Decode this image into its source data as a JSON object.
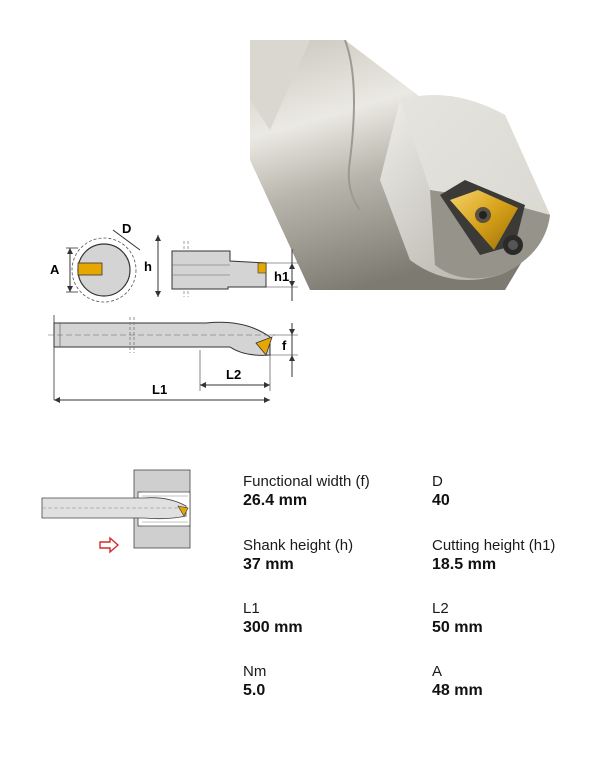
{
  "diagram_labels": {
    "A": "A",
    "D": "D",
    "h": "h",
    "h1": "h1",
    "f": "f",
    "L1": "L1",
    "L2": "L2"
  },
  "specs": [
    {
      "label": "Functional width (f)",
      "value": "26.4 mm"
    },
    {
      "label": "D",
      "value": "40"
    },
    {
      "label": "Shank height (h)",
      "value": "37 mm"
    },
    {
      "label": "Cutting height (h1)",
      "value": "18.5 mm"
    },
    {
      "label": "L1",
      "value": "300 mm"
    },
    {
      "label": "L2",
      "value": "50 mm"
    },
    {
      "label": "Nm",
      "value": "5.0"
    },
    {
      "label": "A",
      "value": "48 mm"
    }
  ],
  "colors": {
    "insert_gold": "#e8a800",
    "arrow_red": "#d62a2a",
    "steel_light": "#d8d6cf",
    "steel_dark": "#8a8780"
  }
}
